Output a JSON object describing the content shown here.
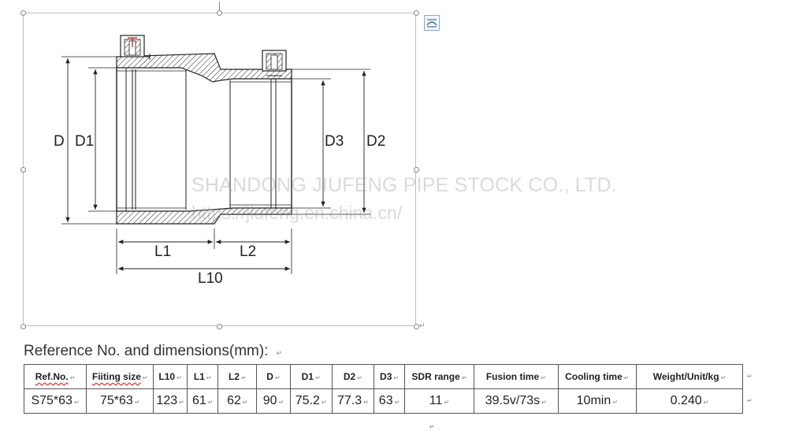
{
  "drawing": {
    "labels": {
      "D": "D",
      "D1": "D1",
      "D3": "D3",
      "D2": "D2",
      "L1": "L1",
      "L2": "L2",
      "L10": "L10"
    }
  },
  "watermark": {
    "company": "SHANDONG JIUFENG PIPE STOCK CO., LTD.",
    "url": "https://jiufeng.en.china.cn/"
  },
  "caption": "Reference No. and dimensions(mm):",
  "table": {
    "headers": [
      "Ref.No.",
      "Fiiting size",
      "L10",
      "L1",
      "L2",
      "D",
      "D1",
      "D2",
      "D3",
      "SDR range",
      "Fusion time",
      "Cooling time",
      "Weight/Unit/kg"
    ],
    "rows": [
      [
        "S75*63",
        "75*63",
        "123",
        "61",
        "62",
        "90",
        "75.2",
        "77.3",
        "63",
        "11",
        "39.5v/73s",
        "10min",
        "0.240"
      ]
    ]
  },
  "colors": {
    "frame": "#bdbdbd",
    "line": "#222222",
    "accent_red": "#d33333",
    "watermark": "#969696"
  },
  "icons": [
    "layout-options-icon",
    "paragraph-mark-icon"
  ]
}
